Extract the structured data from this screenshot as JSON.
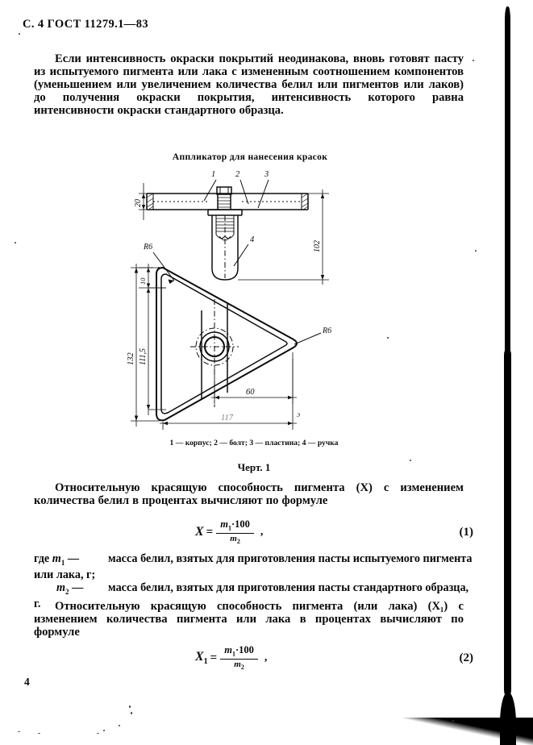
{
  "document": {
    "header": "С. 4  ГОСТ 11279.1—83",
    "page_number": "4"
  },
  "paragraphs": {
    "intro": "Если интенсивность окраски покрытий неодинакова, вновь готовят пасту из испытуемого пигмента или лака с измененным соотношением компонентов (уменьшением или увеличением количества белил или пигментов или лаков) до получения окраски покрытия, интенсивность которого равна интенсивности окраски стандартного образца.",
    "relative_1": "Относительную красящую способность пигмента (X) с изменением количества белил в процентах вычисляют по формуле",
    "relative_2": "Относительную красящую способность пигмента (или лака) (X₁) с изменением количества пигмента или лака в процентах вычисляют по формуле"
  },
  "figure": {
    "title": "Аппликатор для нанесения красок",
    "legend": "1 — корпус; 2 — болт; 3 — пластина; 4 — ручка",
    "number": "Черт. 1",
    "callouts": [
      "1",
      "2",
      "3",
      "4"
    ],
    "dimensions": {
      "top_view_thickness": "20",
      "handle_length": "102",
      "triangle_height_outer": "132",
      "triangle_height_inner": "111,5",
      "triangle_corner_offset": "10",
      "center_to_apex": "60",
      "triangle_base": "117",
      "radius_top_left": "R6",
      "radius_right": "R6"
    }
  },
  "formulas": {
    "f1": {
      "lhs": "X",
      "numerator_var": "m",
      "numerator_sub": "1",
      "numerator_rest": "·100",
      "denominator_var": "m",
      "denominator_sub": "2",
      "trailing": ",",
      "number": "(1)"
    },
    "f2": {
      "lhs": "X",
      "lhs_sub": "1",
      "numerator_var": "m",
      "numerator_sub": "1",
      "numerator_rest": "·100",
      "denominator_var": "m",
      "denominator_sub": "2",
      "trailing": ",",
      "number": "(2)"
    }
  },
  "where_block": {
    "intro": "где",
    "items": [
      {
        "symbol": "m",
        "sub": "1",
        "dash": "—",
        "definition": "масса белил, взятых для приготовления пасты испытуемого пигмента или лака, г;"
      },
      {
        "symbol": "m",
        "sub": "2",
        "dash": "—",
        "definition": "масса белил,  взятых для приготовления    пасты стандартного образца, г."
      }
    ]
  }
}
